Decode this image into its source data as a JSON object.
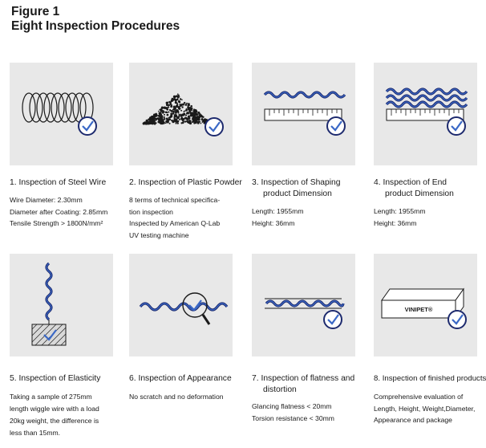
{
  "figure": {
    "label": "Figure 1",
    "title": "Eight Inspection Procedures"
  },
  "colors": {
    "navy": "#1d2a6e",
    "blue": "#3a68c6",
    "tile_bg": "#e8e8e8"
  },
  "procedures": [
    {
      "number": "1.",
      "title": [
        "Inspection of Steel Wire"
      ],
      "icon": "steel-wire-coil-icon",
      "description": [
        "Wire Diameter: 2.30mm",
        "Diameter after Coating: 2.85mm",
        "Tensile Strength > 1800N/mm²"
      ]
    },
    {
      "number": "2.",
      "title": [
        "Inspection of Plastic Powder"
      ],
      "icon": "plastic-powder-pile-icon",
      "description": [
        "8 terms of technical specifica-",
        "tion inspection",
        "Inspected by American Q-Lab",
        "UV testing machine"
      ]
    },
    {
      "number": "3.",
      "title": [
        "Inspection of Shaping",
        "product Dimension"
      ],
      "icon": "shaping-ruler-icon",
      "description": [
        "Length: 1955mm",
        "Height: 36mm"
      ]
    },
    {
      "number": "4.",
      "title": [
        "Inspection of End",
        "product Dimension"
      ],
      "icon": "end-product-ruler-icon",
      "description": [
        "Length: 1955mm",
        "Height: 36mm"
      ]
    },
    {
      "number": "5.",
      "title": [
        "Inspection of Elasticity"
      ],
      "icon": "elasticity-weight-icon",
      "description": [
        "Taking a sample of 275mm",
        "length wiggle wire with a load",
        "20kg weight, the difference is",
        "less than 15mm."
      ]
    },
    {
      "number": "6.",
      "title": [
        "Inspection of Appearance"
      ],
      "icon": "magnifier-icon",
      "description": [
        "No scratch and no deformation"
      ]
    },
    {
      "number": "7.",
      "title": [
        "Inspection of flatness and",
        "distortion"
      ],
      "icon": "flatness-icon",
      "description": [
        "Glancing flatness < 20mm",
        "Torsion resistance < 30mm"
      ]
    },
    {
      "number": "8.",
      "title": [
        "Inspection of finished products"
      ],
      "icon": "finished-product-box-icon",
      "label": "VINIPET®",
      "description": [
        "Comprehensive evaluation of",
        "Length, Height, Weight,Diameter,",
        "Appearance and package"
      ]
    }
  ]
}
